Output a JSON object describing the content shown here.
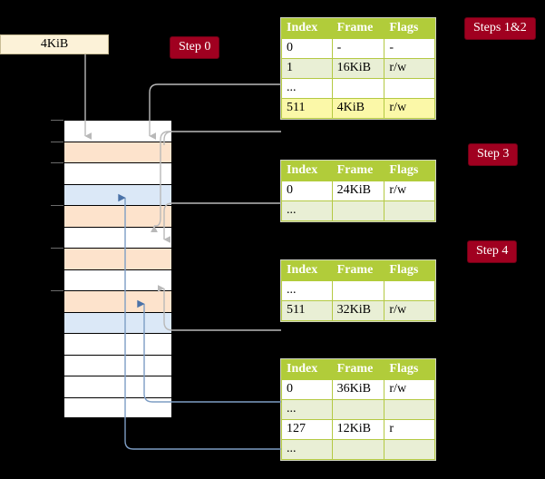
{
  "diagram": {
    "title_absent": true,
    "vaddr_box": {
      "label": "4KiB"
    },
    "step_badges": [
      {
        "id": "step-0",
        "label": "Step 0"
      },
      {
        "id": "step-12",
        "label": "Steps 1&2"
      },
      {
        "id": "step-3",
        "label": "Step 3"
      },
      {
        "id": "step-4",
        "label": "Step 4"
      }
    ],
    "table_headers": {
      "index": "Index",
      "frame": "Frame",
      "flags": "Flags"
    },
    "tables": [
      {
        "id": "table-1",
        "rows": [
          {
            "index": "0",
            "frame": "-",
            "flags": "-",
            "style": "plain",
            "highlight": false
          },
          {
            "index": "1",
            "frame": "16KiB",
            "flags": "r/w",
            "style": "alt",
            "highlight": false
          },
          {
            "index": "...",
            "frame": "",
            "flags": "",
            "style": "plain",
            "highlight": false
          },
          {
            "index": "511",
            "frame": "4KiB",
            "flags": "r/w",
            "style": "alt",
            "highlight": true
          }
        ]
      },
      {
        "id": "table-2",
        "rows": [
          {
            "index": "0",
            "frame": "24KiB",
            "flags": "r/w",
            "style": "plain",
            "highlight": false
          },
          {
            "index": "...",
            "frame": "",
            "flags": "",
            "style": "alt",
            "highlight": false
          }
        ]
      },
      {
        "id": "table-3",
        "rows": [
          {
            "index": "...",
            "frame": "",
            "flags": "",
            "style": "plain",
            "highlight": false
          },
          {
            "index": "511",
            "frame": "32KiB",
            "flags": "r/w",
            "style": "alt",
            "highlight": false
          }
        ]
      },
      {
        "id": "table-4",
        "rows": [
          {
            "index": "0",
            "frame": "36KiB",
            "flags": "r/w",
            "style": "plain",
            "highlight": false
          },
          {
            "index": "...",
            "frame": "",
            "flags": "",
            "style": "alt",
            "highlight": false
          },
          {
            "index": "127",
            "frame": "12KiB",
            "flags": "r",
            "style": "plain",
            "highlight": false
          },
          {
            "index": "...",
            "frame": "",
            "flags": "",
            "style": "alt",
            "highlight": false
          }
        ]
      }
    ],
    "memory_column": {
      "rows": [
        {
          "fill": "white",
          "tick": true
        },
        {
          "fill": "orange",
          "tick": true
        },
        {
          "fill": "white",
          "tick": true
        },
        {
          "fill": "blue",
          "tick": false
        },
        {
          "fill": "orange",
          "tick": true
        },
        {
          "fill": "white",
          "tick": false
        },
        {
          "fill": "orange",
          "tick": true
        },
        {
          "fill": "white",
          "tick": false
        },
        {
          "fill": "orange",
          "tick": true
        },
        {
          "fill": "blue",
          "tick": false
        },
        {
          "fill": "white",
          "tick": false
        },
        {
          "fill": "white",
          "tick": false
        },
        {
          "fill": "white",
          "tick": false
        },
        {
          "fill": "white",
          "tick": false
        }
      ]
    },
    "colors": {
      "background": "#000000",
      "badge": "#a00020",
      "table_header": "#b1cc3a",
      "table_border": "#b4c943",
      "table_alt_row": "#e9efd5",
      "highlight": "#fbf8a8",
      "vaddr_fill": "#fcf2d8",
      "frame_orange": "#fde3cc",
      "frame_blue": "#dbe8f7",
      "wire_gray": "#a8a8a8",
      "wire_blue": "#7d9dc4"
    }
  }
}
